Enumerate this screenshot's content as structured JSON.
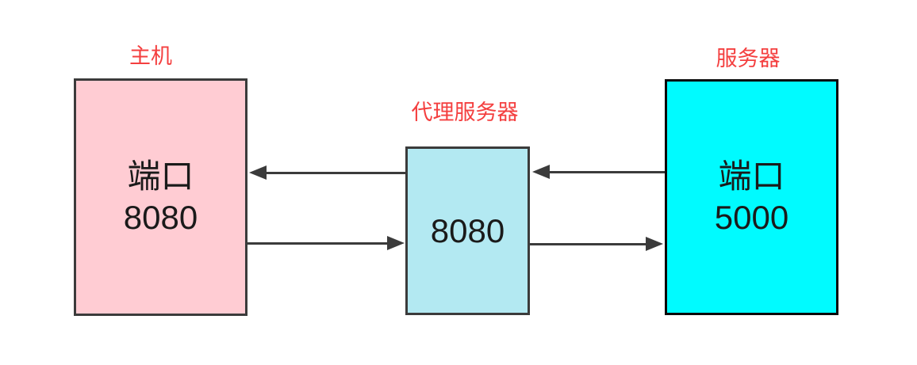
{
  "diagram": {
    "host": {
      "label": "主机",
      "line1": "端口",
      "line2": "8080"
    },
    "proxy": {
      "label": "代理服务器",
      "line1": "8080"
    },
    "server": {
      "label": "服务器",
      "line1": "端口",
      "line2": "5000"
    },
    "colors": {
      "host_fill": "#ffccd3",
      "proxy_fill": "#b3e9f2",
      "server_fill": "#00fbff",
      "label_red": "#f43f3f",
      "stroke": "#3b3b3b"
    }
  }
}
